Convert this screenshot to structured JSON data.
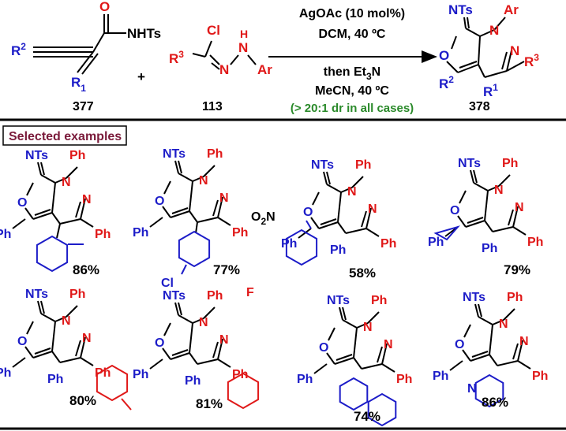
{
  "colors": {
    "core": "#1c1cc8",
    "hydrazone": "#e01818",
    "bond": "#000000",
    "note": "#2a8a2a",
    "label": "#7a1a3a"
  },
  "reaction": {
    "reactant_a": {
      "number": "377",
      "labels": {
        "r2": "R",
        "r2_sup": "2",
        "nhts": "NHTs",
        "r1": "R",
        "r1_sup": "1",
        "o": "O"
      }
    },
    "plus": "+",
    "reactant_b": {
      "number": "113",
      "labels": {
        "cl": "Cl",
        "r3": "R",
        "r3_sup": "3",
        "n": "N",
        "nh_n": "N",
        "nh_h": "H",
        "ar": "Ar"
      }
    },
    "conditions": {
      "line1": "AgOAc (10 mol%)",
      "line2": "DCM, 40 ºC",
      "line3": "then Et",
      "line3_sub": "3",
      "line3_end": "N",
      "line4": "MeCN, 40 ºC",
      "note": "(> 20:1 dr in all cases)"
    },
    "product": {
      "number": "378",
      "labels": {
        "nts": "NTs",
        "ar": "Ar",
        "o": "O",
        "n1": "N",
        "n2": "N",
        "r2": "R",
        "r2_sup": "2",
        "r1": "R",
        "r1_sup": "1",
        "r3": "R",
        "r3_sup": "3"
      }
    }
  },
  "selected_label": "Selected examples",
  "common": {
    "nts": "NTs",
    "ph": "Ph",
    "o": "O",
    "n": "N"
  },
  "examples": [
    {
      "yield": "86%"
    },
    {
      "yield": "77%",
      "cl": "Cl"
    },
    {
      "yield": "58%",
      "no2": "O",
      "no2_sub": "2",
      "no2_n": "N"
    },
    {
      "yield": "79%"
    },
    {
      "yield": "80%"
    },
    {
      "yield": "81%",
      "f": "F"
    },
    {
      "yield": "74%"
    },
    {
      "yield": "86%",
      "n_pyr": "N"
    }
  ]
}
